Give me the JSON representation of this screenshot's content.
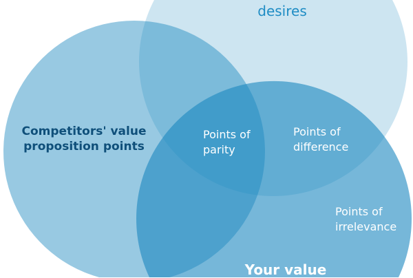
{
  "circles": {
    "customer": {
      "title": "desires",
      "fill": "#cfe5f0",
      "text_color": "#1e8cc4"
    },
    "competitors": {
      "title_line1": "Competitors' value",
      "title_line2": "proposition points",
      "fill": "#8fc6df",
      "text_color": "#0f4f7a"
    },
    "yours": {
      "title": "Your value",
      "fill": "#66b1d4",
      "text_color": "#ffffff"
    }
  },
  "regions": {
    "parity": {
      "line1": "Points of",
      "line2": "parity"
    },
    "difference": {
      "line1": "Points of",
      "line2": "difference"
    },
    "irrelevance": {
      "line1": "Points of",
      "line2": "irrelevance"
    }
  },
  "colors": {
    "base": "#1b87bf"
  }
}
